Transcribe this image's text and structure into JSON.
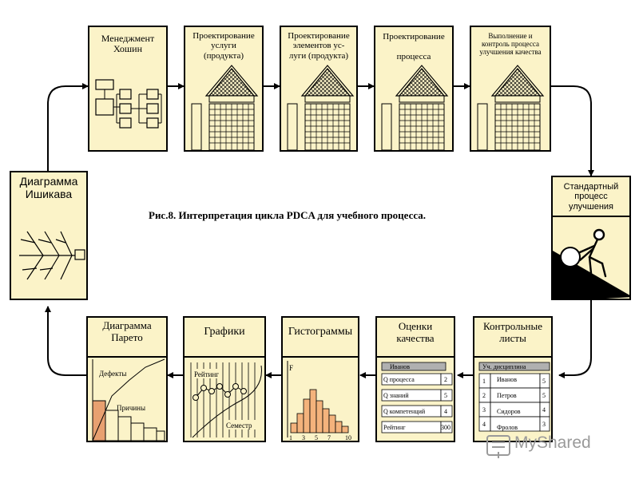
{
  "caption": "Рис.8. Интерпретация цикла PDCA для учебного процесса.",
  "top_row": {
    "management": "Менеджмент\nХошин",
    "service_design": "Проектирование\nуслуги\n(продукта)",
    "elements_design": "Проектирование\nэлементов ус-\nлуги (продукта)",
    "process_design": "Проектирование\n\nпроцесса",
    "execution_control": "Выполнение и\nконтроль процесса\nулучшения качества"
  },
  "ishikawa": {
    "title": "Диаграмма\nИшикава"
  },
  "standard": {
    "title": "Стандартный\nпроцесс\nулучшения"
  },
  "pareto": {
    "title": "Диаграмма\nПарето",
    "label_defects": "Дефекты",
    "label_causes": "Причины"
  },
  "graphs": {
    "title": "Графики",
    "label_rating": "Рейтинг",
    "label_semester": "Семестр"
  },
  "histograms": {
    "title": "Гистограммы",
    "label_f": "F",
    "x_ticks": [
      "1",
      "3",
      "5",
      "7",
      "10"
    ]
  },
  "quality": {
    "title": "Оценки\nкачества",
    "name": "Иванов",
    "rows": [
      {
        "label": "Q процесса",
        "value": "2"
      },
      {
        "label": "Q знаний",
        "value": "5"
      },
      {
        "label": "Q компетенций",
        "value": "4"
      },
      {
        "label": "Рейтинг",
        "value": "300"
      }
    ]
  },
  "checklists": {
    "title": "Контрольные\nлисты",
    "header": "Уч. дисциплина",
    "rows": [
      {
        "num": "1",
        "name": "Иванов",
        "value": "5"
      },
      {
        "num": "2",
        "name": "Петров",
        "value": "5"
      },
      {
        "num": "3",
        "name": "Сидоров",
        "value": "4"
      },
      {
        "num": "4",
        "name": "Фролов",
        "value": "3"
      }
    ]
  },
  "watermark": {
    "text": "MyShared"
  }
}
